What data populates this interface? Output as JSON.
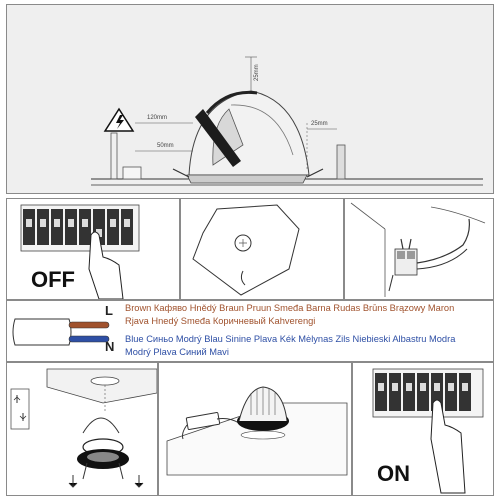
{
  "top_panel": {
    "dim_height": "25mm",
    "dim_left": "120mm",
    "dim_mid": "50mm",
    "dim_right": "25mm"
  },
  "switch_off": {
    "label": "OFF"
  },
  "switch_on": {
    "label": "ON"
  },
  "cable_panel": {
    "live_letter": "L",
    "neutral_letter": "N",
    "brown_line1": "Brown Кафяво Hnědý Braun Pruun Smeđa Barna Rudas Brūns Brązowy Maron",
    "brown_line2": "Rjava Hnedý Smeđa Коричневый Kahverengi",
    "blue_line1": "Blue Синьо Modrý Blau Sinine Plava Kék Mėlynas Zils Niebieski Albastru Modra",
    "blue_line2": "Modrý Plava Синий Mavi"
  },
  "colors": {
    "brown": "#a0522d",
    "blue": "#2e4fa5",
    "grey_wire": "#9aa0a6"
  }
}
